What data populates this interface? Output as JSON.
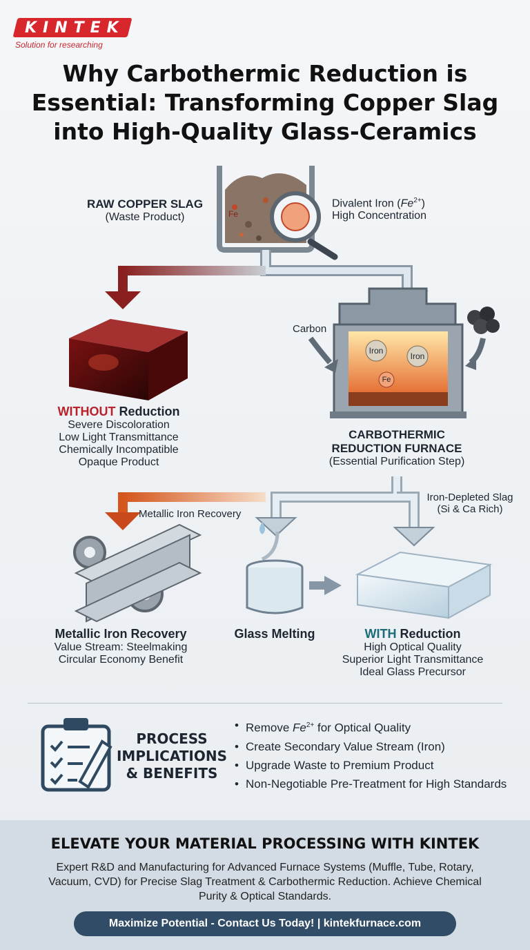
{
  "brand": {
    "name": "KINTEK",
    "tagline": "Solution for researching"
  },
  "title": "Why Carbothermic Reduction is Essential: Transforming Copper Slag into High-Quality Glass-Ceramics",
  "raw_slag": {
    "title": "RAW COPPER SLAG",
    "subtitle": "(Waste Product)"
  },
  "divalent": {
    "title_prefix": "Divalent Iron (",
    "title_ion": "Fe",
    "title_sup": "2+",
    "title_suffix": ")",
    "subtitle": "High Concentration",
    "icon_label": "Fe"
  },
  "without": {
    "title_accent": "WITHOUT",
    "title_rest": " Reduction",
    "lines": [
      "Severe Discoloration",
      "Low Light Transmittance",
      "Chemically Incompatible",
      "Opaque Product"
    ]
  },
  "furnace": {
    "carbon_label": "Carbon",
    "title_line1": "CARBOTHERMIC",
    "title_line2": "REDUCTION FURNACE",
    "subtitle": "(Essential Purification Step)",
    "iron_label_1": "Iron",
    "iron_label_2": "Iron",
    "fe_label": "Fe"
  },
  "flow_labels": {
    "metallic_arrow": "Metallic Iron Recovery",
    "depleted_line1": "Iron-Depleted Slag",
    "depleted_line2": "(Si & Ca Rich)"
  },
  "metallic": {
    "title": "Metallic Iron Recovery",
    "lines": [
      "Value Stream: Steelmaking",
      "Circular Economy Benefit"
    ]
  },
  "glass_melting": {
    "title": "Glass Melting"
  },
  "with": {
    "title_accent": "WITH",
    "title_rest": " Reduction",
    "lines": [
      "High Optical Quality",
      "Superior Light Transmittance",
      "Ideal Glass Precursor"
    ]
  },
  "implications": {
    "title_line1": "PROCESS",
    "title_line2": "IMPLICATIONS",
    "title_line3": "& BENEFITS",
    "bullet1_prefix": "Remove ",
    "bullet1_ion": "Fe",
    "bullet1_sup": "2+",
    "bullet1_suffix": " for Optical Quality",
    "bullets": [
      "Create Secondary Value Stream (Iron)",
      "Upgrade Waste to Premium Product",
      "Non-Negotiable Pre-Treatment for High Standards"
    ]
  },
  "footer": {
    "heading": "ELEVATE YOUR MATERIAL PROCESSING WITH KINTEK",
    "text": "Expert R&D and Manufacturing for Advanced Furnace Systems (Muffle, Tube, Rotary, Vacuum, CVD) for Precise Slag Treatment & Carbothermic Reduction. Achieve Chemical Purity & Optical Standards.",
    "cta": "Maximize Potential - Contact Us Today! | kintekfurnace.com"
  },
  "colors": {
    "brand_red": "#d8262d",
    "accent_red": "#b8232b",
    "accent_teal": "#1b6b78",
    "cta_bg": "#304c66"
  }
}
